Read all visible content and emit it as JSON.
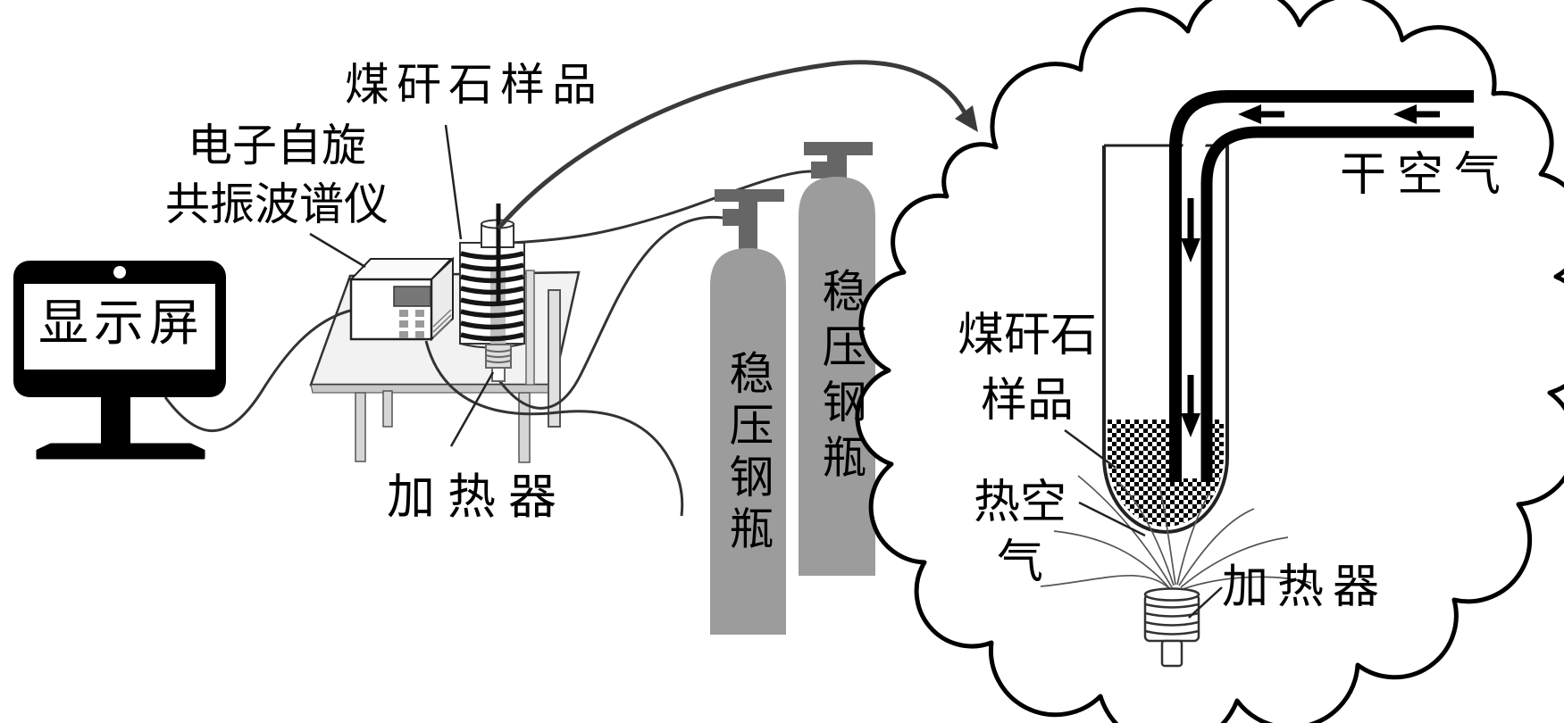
{
  "diagram": {
    "monitor": {
      "label": "显示屏"
    },
    "spectrometer": {
      "label_line1": "电子自旋",
      "label_line2": "共振波谱仪"
    },
    "sample_probe": {
      "label": "煤矸石样品"
    },
    "table_heater": {
      "label": "加热器"
    },
    "cylinders": {
      "left_label": "稳压钢瓶",
      "right_label": "稳压钢瓶"
    },
    "cloud": {
      "dry_air_label": "干空气",
      "sample_label_line1": "煤矸石",
      "sample_label_line2": "样品",
      "hot_air_label_line1": "热空",
      "hot_air_label_line2": "气",
      "heater_label": "加热器"
    },
    "colors": {
      "cylinder_gray": "#9c9c9c",
      "valve_gray": "#666666",
      "ink": "#111111",
      "table_fill": "#f2f2f2"
    }
  }
}
